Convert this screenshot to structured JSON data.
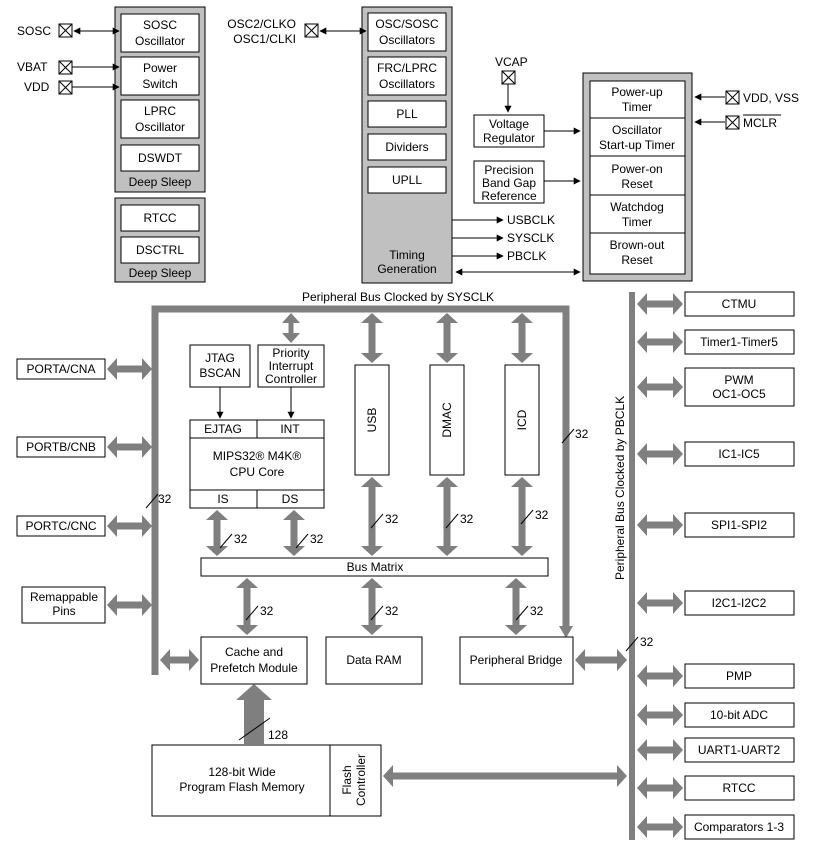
{
  "clock_group": {
    "sosc_pin": "SOSC",
    "vbat_pin": "VBAT",
    "vdd_pin": "VDD",
    "sosc_osc": [
      "SOSC",
      "Oscillator"
    ],
    "power_switch": [
      "Power",
      "Switch"
    ],
    "lprc_osc": [
      "LPRC",
      "Oscillator"
    ],
    "dswdt": "DSWDT",
    "deep_sleep_1": "Deep Sleep",
    "rtcc": "RTCC",
    "dsctrl": "DSCTRL",
    "deep_sleep_2": "Deep Sleep"
  },
  "osc_group": {
    "pin_label": [
      "OSC2/CLKO",
      "OSC1/CLKI"
    ],
    "osc_sosc": [
      "OSC/SOSC",
      "Oscillators"
    ],
    "frc_lprc": [
      "FRC/LPRC",
      "Oscillators"
    ],
    "pll": "PLL",
    "dividers": "Dividers",
    "upll": "UPLL",
    "timing_gen": [
      "Timing",
      "Generation"
    ],
    "usbclk": "USBCLK",
    "sysclk": "SYSCLK",
    "pbclk": "PBCLK"
  },
  "power_group": {
    "vcap": "VCAP",
    "voltage_reg": [
      "Voltage",
      "Regulator"
    ],
    "bandgap": [
      "Precision",
      "Band Gap",
      "Reference"
    ],
    "powerup_timer": [
      "Power-up",
      "Timer"
    ],
    "ost": [
      "Oscillator",
      "Start-up Timer"
    ],
    "por": [
      "Power-on",
      "Reset"
    ],
    "wdt": [
      "Watchdog",
      "Timer"
    ],
    "bor": [
      "Brown-out",
      "Reset"
    ],
    "vdd_vss": "VDD, VSS",
    "mclr": "MCLR"
  },
  "core": {
    "bus_title": "Peripheral Bus Clocked by SYSCLK",
    "pbus_title": "Peripheral Bus Clocked by PBCLK",
    "jtag": [
      "JTAG",
      "BSCAN"
    ],
    "pic": [
      "Priority",
      "Interrupt",
      "Controller"
    ],
    "ejtag": "EJTAG",
    "int": "INT",
    "cpu": [
      "MIPS32® M4K®",
      "CPU Core"
    ],
    "is": "IS",
    "ds": "DS",
    "usb": "USB",
    "dmac": "DMAC",
    "icd": "ICD",
    "bus_matrix": "Bus Matrix",
    "cache": [
      "Cache and",
      "Prefetch Module"
    ],
    "data_ram": "Data RAM",
    "periph_bridge": "Peripheral Bridge",
    "flash": [
      "128-bit Wide",
      "Program Flash Memory"
    ],
    "flash_ctrl": [
      "Flash",
      "Controller"
    ],
    "w32": "32",
    "w128": "128"
  },
  "ports": [
    "PORTA/CNA",
    "PORTB/CNB",
    "PORTC/CNC"
  ],
  "remap": [
    "Remappable",
    "Pins"
  ],
  "peripherals": [
    "CTMU",
    "Timer1-Timer5",
    "PWM|OC1-OC5",
    "IC1-IC5",
    "SPI1-SPI2",
    "I2C1-I2C2",
    "PMP",
    "10-bit ADC",
    "UART1-UART2",
    "RTCC",
    "Comparators 1-3"
  ],
  "colors": {
    "gray_fill": "#c0c0c0",
    "bus_gray": "#7f7f7f",
    "line": "#000000"
  }
}
